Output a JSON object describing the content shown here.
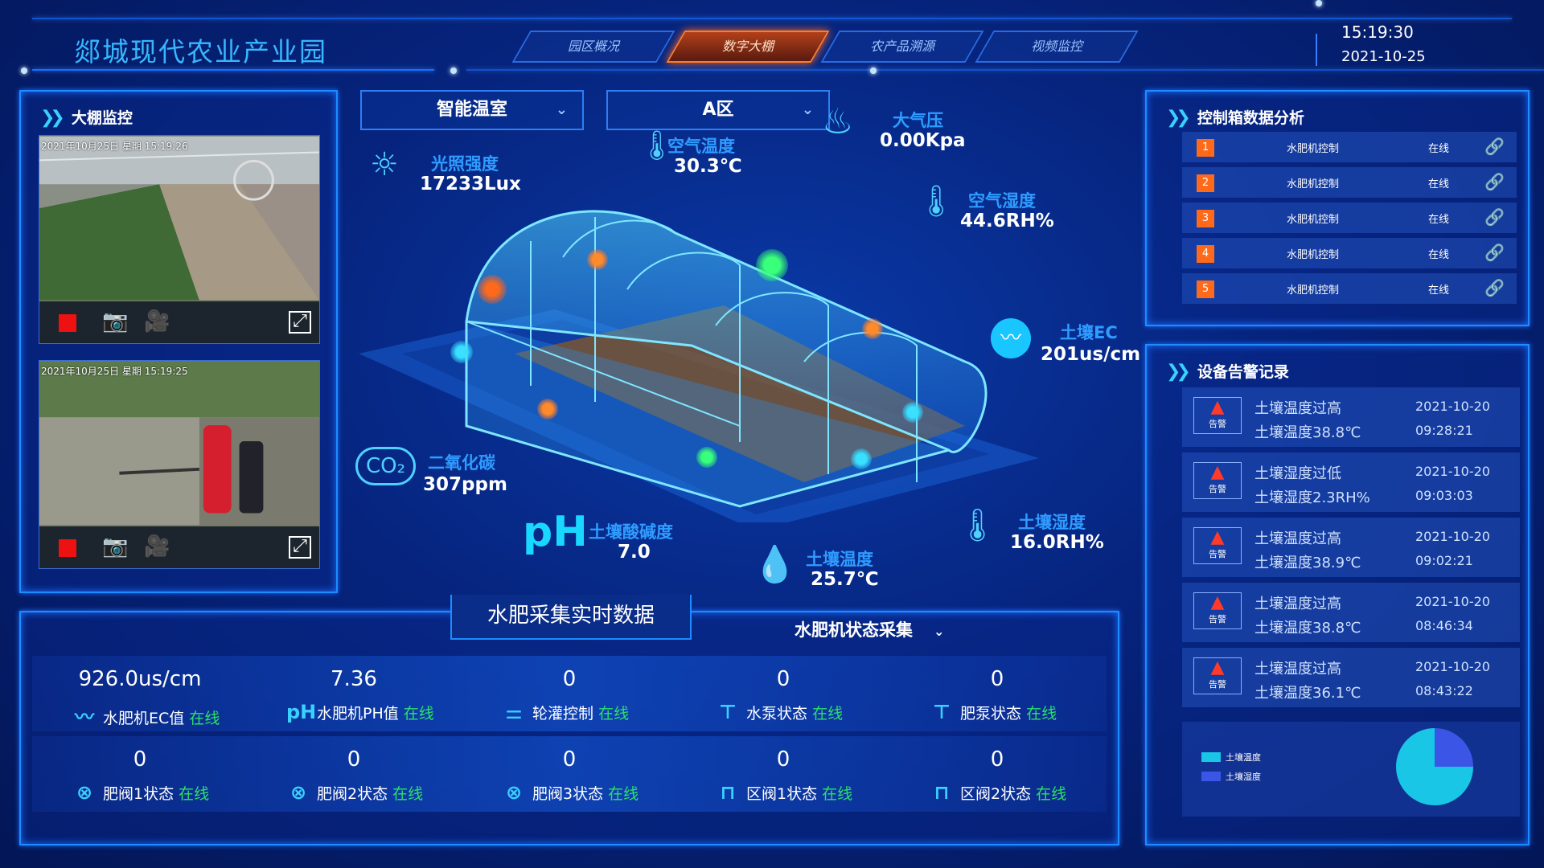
{
  "header": {
    "title": "郯城现代农业产业园",
    "tabs": [
      {
        "label": "园区概况"
      },
      {
        "label": "数字大棚"
      },
      {
        "label": "农产品溯源"
      },
      {
        "label": "视频监控"
      }
    ],
    "time": "15:19:30",
    "date": "2021-10-25"
  },
  "monitor": {
    "title": "大棚监控",
    "cams": [
      {
        "stamp": "2021年10月25日  星期   15:19:26"
      },
      {
        "stamp": "2021年10月25日  星期   15:19:25"
      }
    ]
  },
  "selectors": {
    "house": "智能温室",
    "zone": "A区"
  },
  "sensors": {
    "light": {
      "label": "光照强度",
      "value": "17233Lux"
    },
    "air_temp": {
      "label": "空气温度",
      "value": "30.3℃"
    },
    "pressure": {
      "label": "大气压",
      "value": "0.00Kpa"
    },
    "air_hum": {
      "label": "空气湿度",
      "value": "44.6RH%"
    },
    "soil_ec": {
      "label": "土壤EC",
      "value": "201us/cm"
    },
    "co2": {
      "label": "二氧化碳",
      "value": "307ppm",
      "icon_text": "CO₂"
    },
    "ph": {
      "label": "土壤酸碱度",
      "value": "7.0",
      "icon_text": "pH"
    },
    "soil_temp": {
      "label": "土壤温度",
      "value": "25.7℃"
    },
    "soil_hum": {
      "label": "土壤湿度",
      "value": "16.0RH%"
    }
  },
  "control_box": {
    "title": "控制箱数据分析",
    "rows": [
      {
        "num": "1",
        "name": "水肥机控制",
        "status": "在线"
      },
      {
        "num": "2",
        "name": "水肥机控制",
        "status": "在线"
      },
      {
        "num": "3",
        "name": "水肥机控制",
        "status": "在线"
      },
      {
        "num": "4",
        "name": "水肥机控制",
        "status": "在线"
      },
      {
        "num": "5",
        "name": "水肥机控制",
        "status": "在线"
      }
    ]
  },
  "alarms": {
    "title": "设备告警记录",
    "badge": "告警",
    "items": [
      {
        "line1": "土壤温度过高",
        "line2": "土壤温度38.8℃",
        "date": "2021-10-20",
        "time": "09:28:21"
      },
      {
        "line1": "土壤湿度过低",
        "line2": "土壤湿度2.3RH%",
        "date": "2021-10-20",
        "time": "09:03:03"
      },
      {
        "line1": "土壤温度过高",
        "line2": "土壤温度38.9℃",
        "date": "2021-10-20",
        "time": "09:02:21"
      },
      {
        "line1": "土壤温度过高",
        "line2": "土壤温度38.8℃",
        "date": "2021-10-20",
        "time": "08:46:34"
      },
      {
        "line1": "土壤温度过高",
        "line2": "土壤温度36.1℃",
        "date": "2021-10-20",
        "time": "08:43:22"
      }
    ],
    "legend": [
      {
        "name": "土壤温度",
        "color": "#19c6e6"
      },
      {
        "name": "土壤湿度",
        "color": "#3b55e6"
      }
    ]
  },
  "fertigation": {
    "title": "水肥采集实时数据",
    "dropdown": "水肥机状态采集",
    "online": "在线",
    "row1": [
      {
        "value": "926.0us/cm",
        "label": "水肥机EC值",
        "icon": "ec-icon"
      },
      {
        "value": "7.36",
        "label": "水肥机PH值",
        "icon": "ph-icon"
      },
      {
        "value": "0",
        "label": "轮灌控制",
        "icon": "rotation-icon"
      },
      {
        "value": "0",
        "label": "水泵状态",
        "icon": "pump-icon"
      },
      {
        "value": "0",
        "label": "肥泵状态",
        "icon": "pump-icon"
      }
    ],
    "row2": [
      {
        "value": "0",
        "label": "肥阀1状态",
        "icon": "valve-icon"
      },
      {
        "value": "0",
        "label": "肥阀2状态",
        "icon": "valve-icon"
      },
      {
        "value": "0",
        "label": "肥阀3状态",
        "icon": "valve-icon"
      },
      {
        "value": "0",
        "label": "区阀1状态",
        "icon": "zone-valve-icon"
      },
      {
        "value": "0",
        "label": "区阀2状态",
        "icon": "zone-valve-icon"
      }
    ]
  }
}
